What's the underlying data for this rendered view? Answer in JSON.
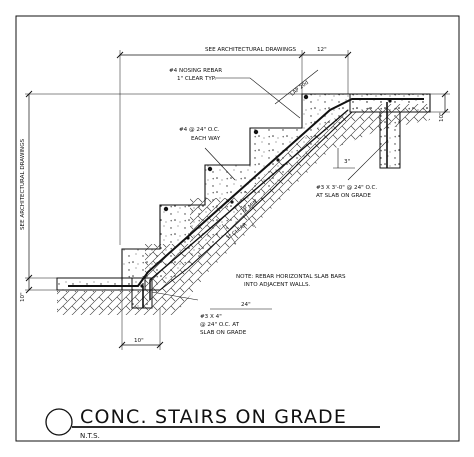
{
  "dimensions": {
    "top_overall": "SEE ARCHITECTURAL DRAWINGS",
    "top_right": "12\"",
    "left_overall": "SEE ARCHITECTURAL DRAWINGS",
    "left_bottom": "10\"",
    "bottom_left": "10\"",
    "right_slab": "10\"",
    "rise_small": "3\"",
    "lap": "LAP 20d",
    "rebar_24": "24\"",
    "min_thickness": "6\" MIN",
    "clear_3": "3\" CLEAR"
  },
  "notes": {
    "nosing_line1": "#4 NOSING REBAR",
    "nosing_line2": "1\" CLEAR TYP.",
    "each_way_line1": "#4 @ 24\" O.C.",
    "each_way_line2": "EACH WAY",
    "top_bars_line1": "#3 X 3'-0\" @ 24\" O.C.",
    "top_bars_line2": "AT SLAB ON GRADE",
    "note_line1": "NOTE: REBAR HORIZONTAL SLAB BARS",
    "note_line2": "INTO ADJACENT WALLS.",
    "bottom_bars_line1": "#3 X 4\"",
    "bottom_bars_line2": "@ 24\" O.C. AT",
    "bottom_bars_line3": "SLAB ON GRADE"
  },
  "title_block": {
    "title": "CONC. STAIRS ON GRADE",
    "scale": "N.T.S."
  }
}
